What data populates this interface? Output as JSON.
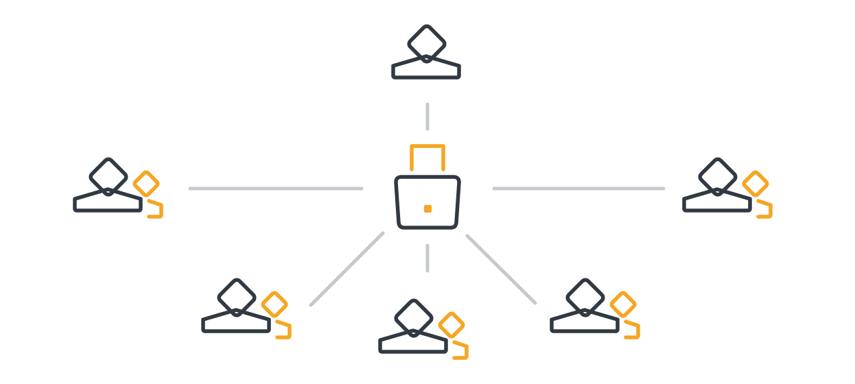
{
  "diagram": {
    "hub": {
      "icon": "padlock-icon"
    },
    "nodes": [
      {
        "id": "top",
        "icon": "single-user-icon"
      },
      {
        "id": "left",
        "icon": "user-group-icon"
      },
      {
        "id": "right",
        "icon": "user-group-icon"
      },
      {
        "id": "bottom-left",
        "icon": "user-group-icon"
      },
      {
        "id": "bottom-center",
        "icon": "user-group-icon"
      },
      {
        "id": "bottom-right",
        "icon": "user-group-icon"
      }
    ]
  },
  "colors": {
    "dark": "#313943",
    "accent": "#F5A623",
    "connector": "#C5C9CD",
    "background": "#FFFFFF"
  }
}
